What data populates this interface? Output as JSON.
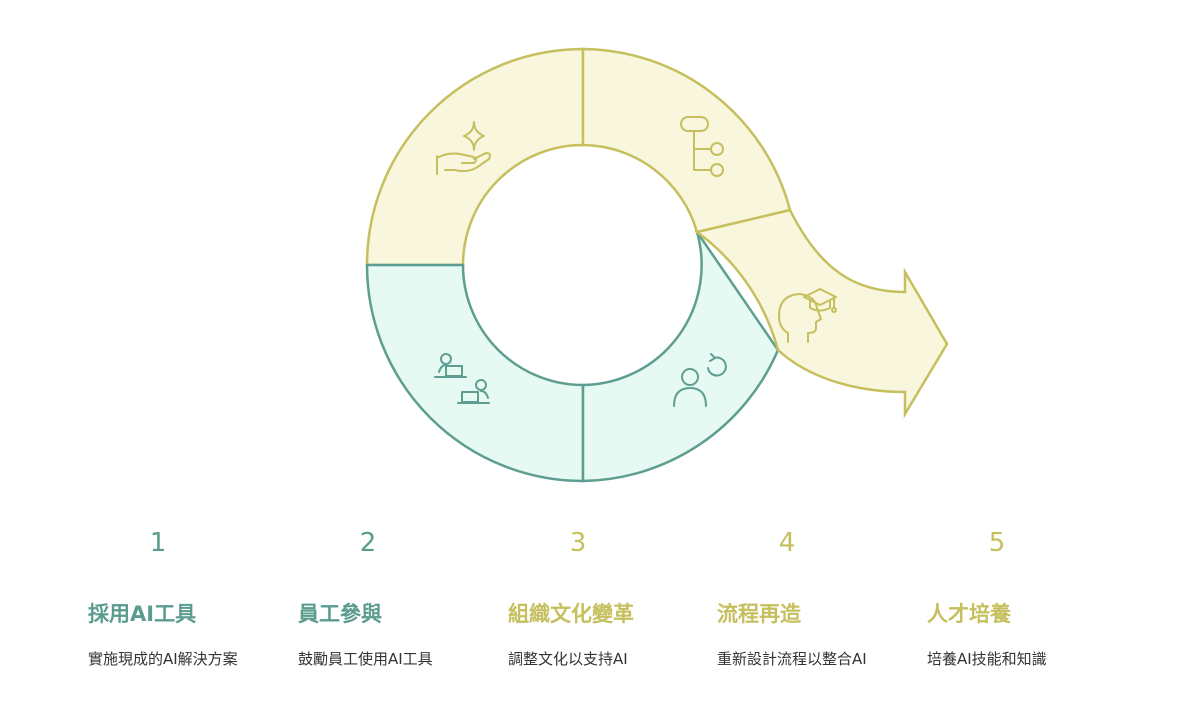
{
  "colors": {
    "teal_stroke": "#5e9e91",
    "teal_fill": "#e6f9f3",
    "olive_stroke": "#c6bf5d",
    "olive_fill": "#f8f6dc",
    "num_teal": "#5b9c8f",
    "num_olive": "#c6bf5d"
  },
  "steps": [
    {
      "number": "1",
      "title": "採用AI工具",
      "description": "實施現成的AI解決方案",
      "icon": "hand-sparkle-icon"
    },
    {
      "number": "2",
      "title": "員工參與",
      "description": "鼓勵員工使用AI工具",
      "icon": "laptop-users-icon"
    },
    {
      "number": "3",
      "title": "組織文化變革",
      "description": "調整文化以支持AI",
      "icon": "person-refresh-icon"
    },
    {
      "number": "4",
      "title": "流程再造",
      "description": "重新設計流程以整合AI",
      "icon": "flowchart-icon"
    },
    {
      "number": "5",
      "title": "人才培養",
      "description": "培養AI技能和知識",
      "icon": "head-graduation-cap-icon"
    }
  ]
}
